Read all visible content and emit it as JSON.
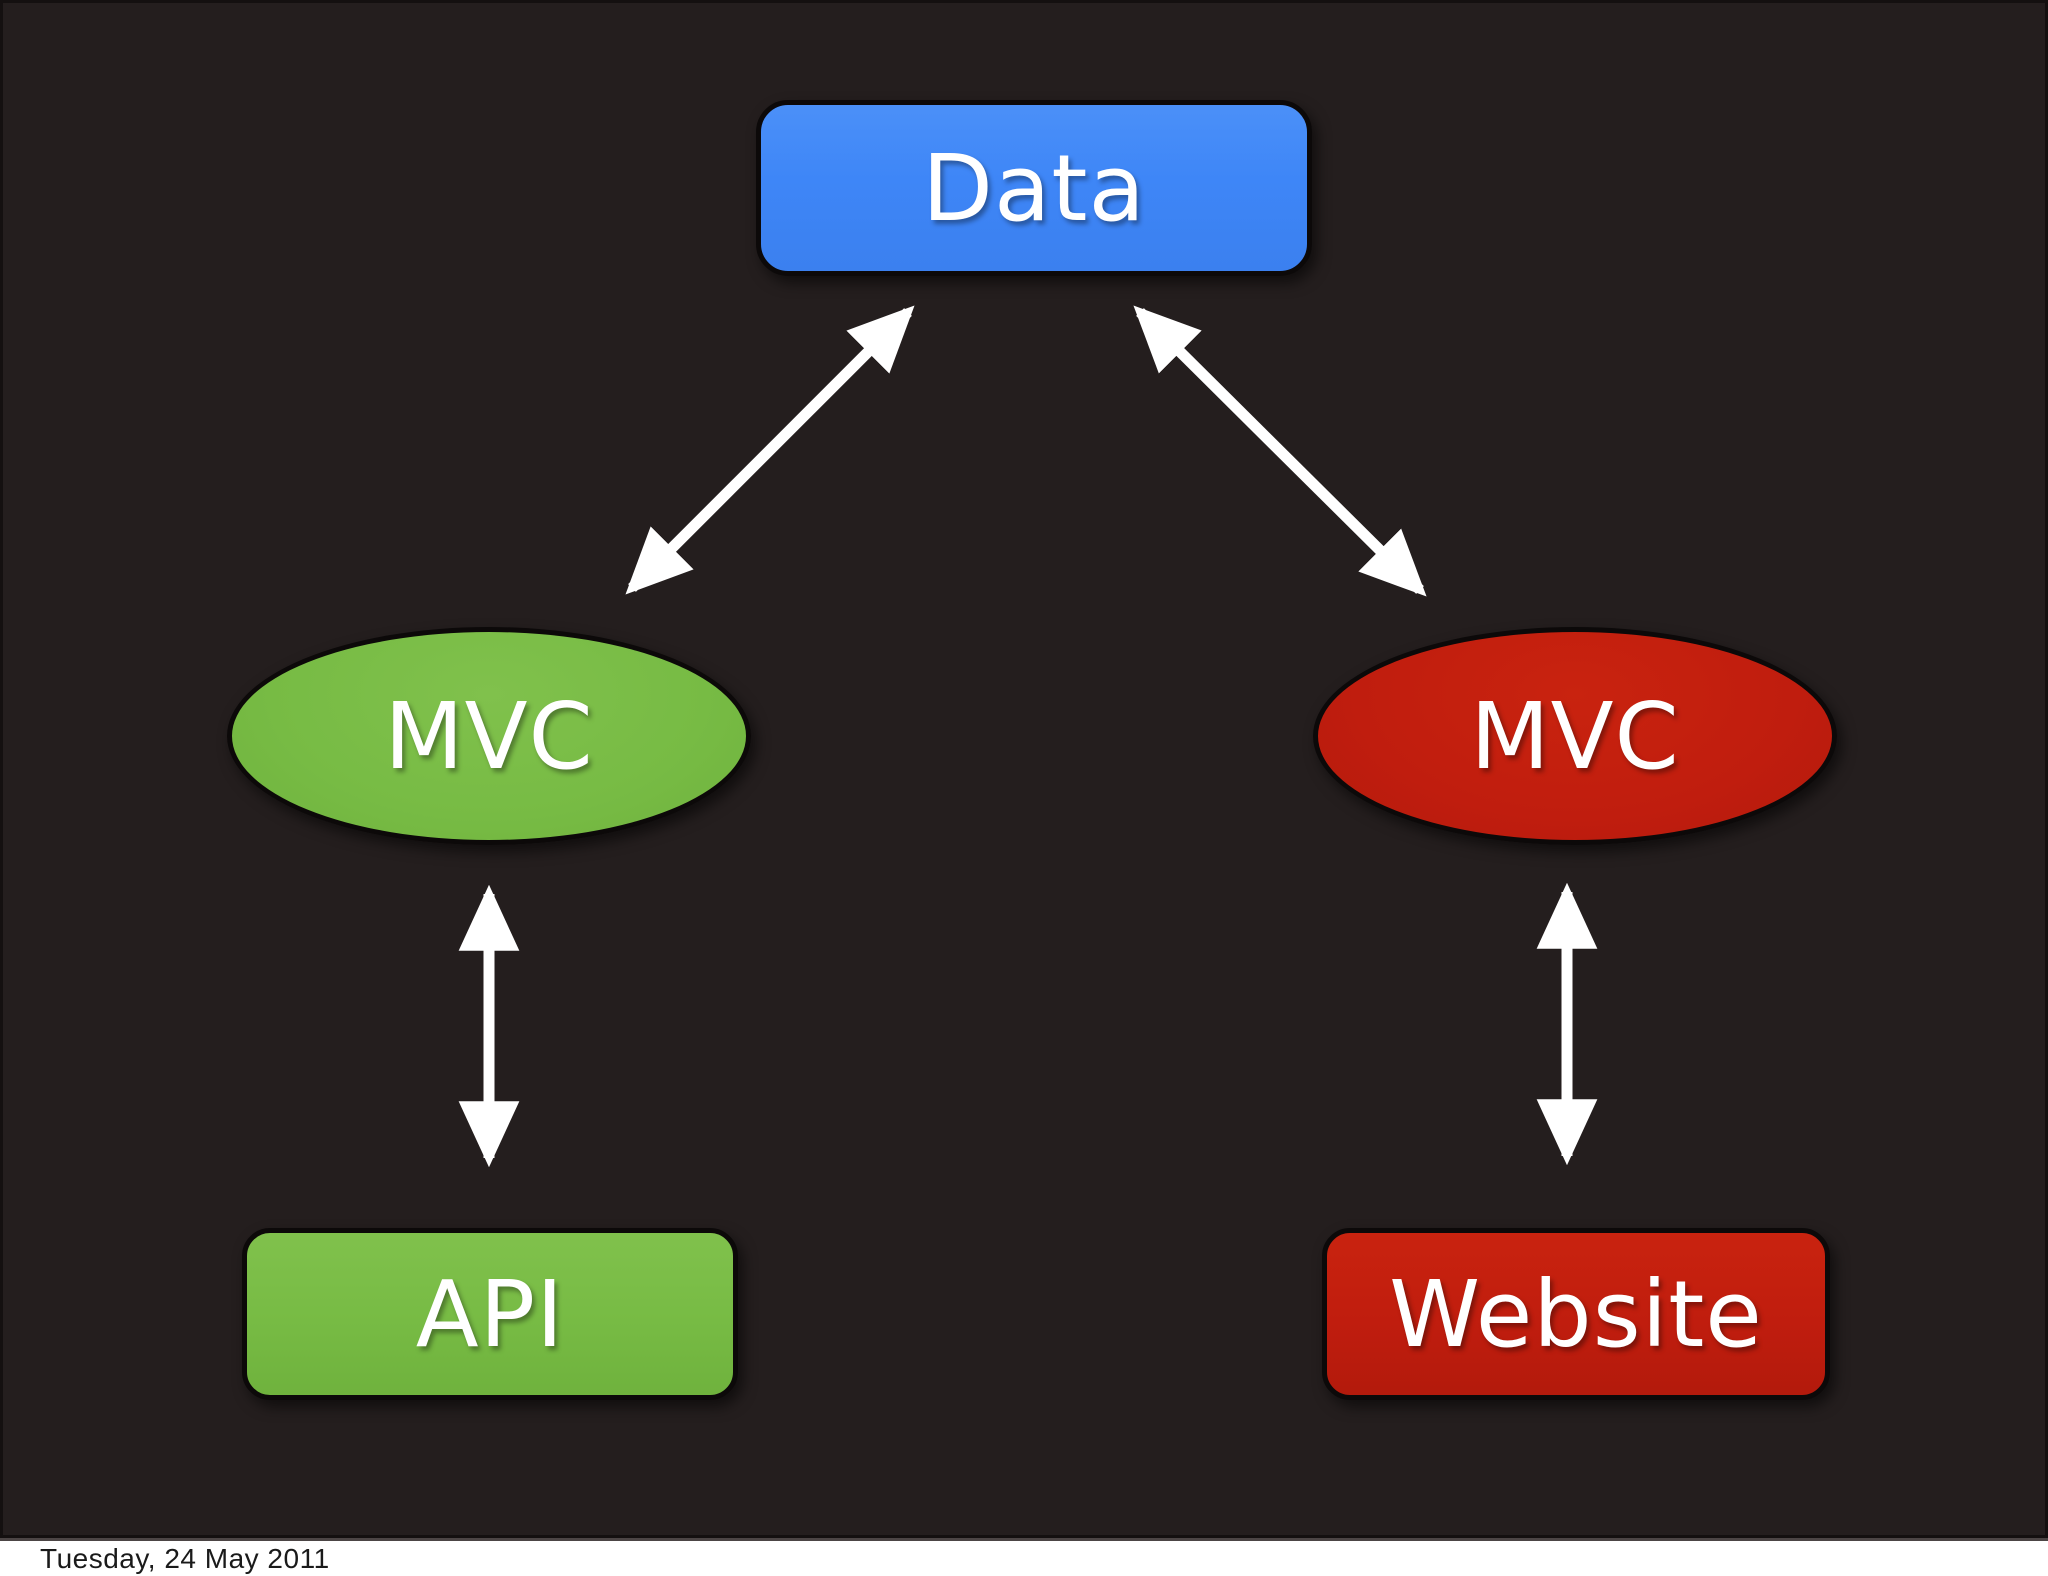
{
  "slide": {
    "diagram": {
      "nodes": {
        "data": {
          "label": "Data",
          "shape": "rounded-rect",
          "fill": "#3E86F7",
          "text_color": "#FFFFFF"
        },
        "mvc_left": {
          "label": "MVC",
          "shape": "ellipse",
          "fill": "#77BB44",
          "text_color": "#FFFFFF"
        },
        "mvc_right": {
          "label": "MVC",
          "shape": "ellipse",
          "fill": "#C01D0E",
          "text_color": "#FFFFFF"
        },
        "api": {
          "label": "API",
          "shape": "rounded-rect",
          "fill": "#77BB44",
          "text_color": "#FFFFFF"
        },
        "website": {
          "label": "Website",
          "shape": "rounded-rect",
          "fill": "#C01D0E",
          "text_color": "#FFFFFF"
        }
      },
      "edges": [
        {
          "from": "data",
          "to": "mvc_left",
          "bidirectional": true,
          "style": "white-double-arrow"
        },
        {
          "from": "data",
          "to": "mvc_right",
          "bidirectional": true,
          "style": "white-double-arrow"
        },
        {
          "from": "mvc_left",
          "to": "api",
          "bidirectional": true,
          "style": "white-double-arrow"
        },
        {
          "from": "mvc_right",
          "to": "website",
          "bidirectional": true,
          "style": "white-double-arrow"
        }
      ],
      "arrow_color": "#FFFFFF",
      "border_color": "#0C0909"
    },
    "background_color": "#241E1E",
    "footer": {
      "date_text": "Tuesday, 24 May 2011",
      "background_color": "#FFFFFF",
      "text_color": "#1A1A1A"
    }
  }
}
